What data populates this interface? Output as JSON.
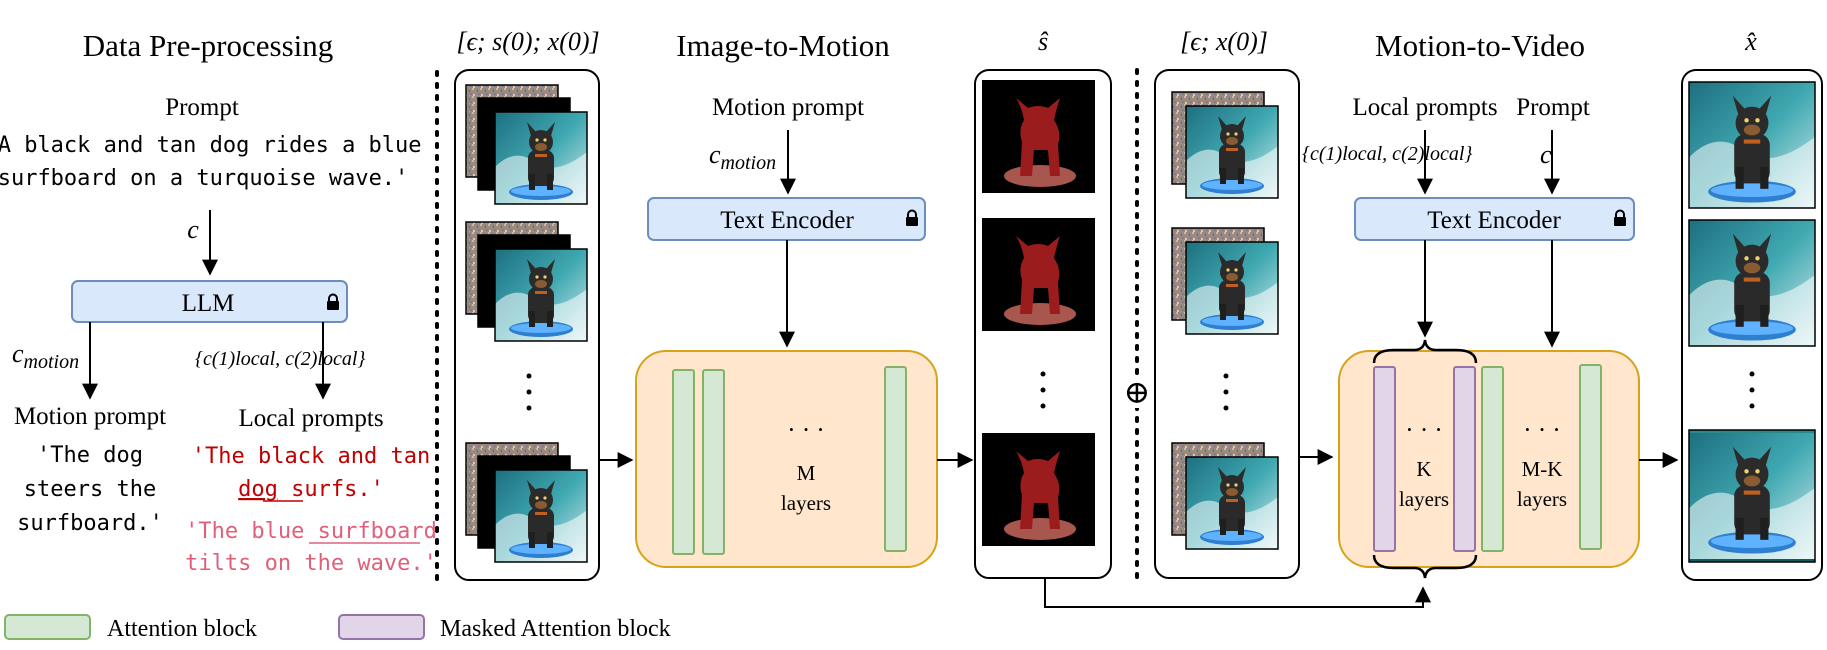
{
  "sections": {
    "preprocess": "Data Pre-processing",
    "i2m": "Image-to-Motion",
    "m2v": "Motion-to-Video"
  },
  "headers": {
    "input1": "[ϵ; s(0); x(0)]",
    "shat": "ŝ",
    "input2": "[ϵ; x(0)]",
    "xhat": "x̂"
  },
  "preprocess": {
    "prompt_label": "Prompt",
    "prompt_line1": "'A black and tan dog rides a blue",
    "prompt_line2": "surfboard on a turquoise wave.'",
    "c": "c",
    "llm": "LLM",
    "cmotion": "c",
    "cmotion_sub": "motion",
    "clocal_set": "{c(1)local, c(2)local}",
    "motion_prompt_label": "Motion prompt",
    "motion_line1": "'The dog",
    "motion_line2": "steers the",
    "motion_line3": "surfboard.'",
    "local_prompts_label": "Local prompts",
    "local1_line1": "'The black and tan",
    "local1_line2a": "dog",
    "local1_line2b": " surfs.'",
    "local2_line1a": "'The blue ",
    "local2_line1b": "surfboard",
    "local2_line2": "tilts on the wave.'"
  },
  "i2m": {
    "motion_prompt": "Motion prompt",
    "cmotion": "c",
    "cmotion_sub": "motion",
    "text_encoder": "Text Encoder",
    "dots": "· · ·",
    "layers_top": "M",
    "layers_bottom": "layers"
  },
  "m2v": {
    "local_prompts": "Local prompts",
    "prompt": "Prompt",
    "clocal_set": "{c(1)local, c(2)local}",
    "c": "c",
    "text_encoder": "Text Encoder",
    "dots_k": "· · ·",
    "k_top": "K",
    "k_bottom": "layers",
    "dots_mk": "· · ·",
    "mk_top": "M-K",
    "mk_bottom": "layers"
  },
  "oplus": "⊕",
  "legend": {
    "attention": "Attention block",
    "masked": "Masked Attention block"
  },
  "colors": {
    "encoder_fill": "#dae8fc",
    "encoder_stroke": "#6c8ebf",
    "net_fill": "#ffe6cc",
    "net_stroke": "#d6a31a",
    "attn_fill": "#d5e8d4",
    "attn_stroke": "#82b366",
    "masked_fill": "#e1d5e7",
    "masked_stroke": "#9673a6",
    "mask_red": "#9b1c1c",
    "mask_board": "#a8574f"
  },
  "icons": {
    "lock": "lock-icon",
    "frame": "video-frame-thumbnail",
    "mask": "segmentation-mask-thumbnail"
  }
}
